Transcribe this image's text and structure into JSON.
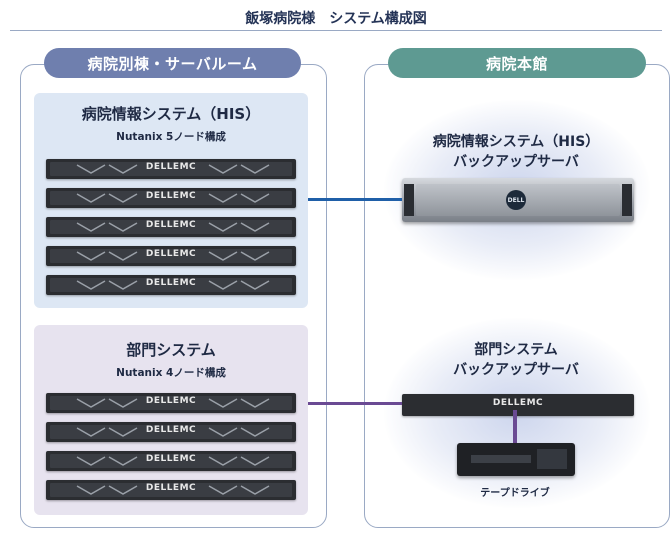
{
  "page_title": "飯塚病院様　システム構成図",
  "left_section": {
    "label": "病院別棟・サーバルーム",
    "his_group": {
      "title": "病院情報システム（HIS）",
      "subtitle": "Nutanix 5ノード構成",
      "server_brand": "DELLEMC",
      "server_count": 5
    },
    "dept_group": {
      "title": "部門システム",
      "subtitle": "Nutanix 4ノード構成",
      "server_brand": "DELLEMC",
      "server_count": 4
    }
  },
  "right_section": {
    "label": "病院本館",
    "his_backup": {
      "title_line1": "病院情報システム（HIS）",
      "title_line2": "バックアップサーバ",
      "badge": "DELL"
    },
    "dept_backup": {
      "title_line1": "部門システム",
      "title_line2": "バックアップサーバ",
      "server_brand": "DELLEMC"
    },
    "tape_drive": {
      "label": "テープドライブ"
    }
  },
  "colors": {
    "header_blue": "#6f7fae",
    "header_teal": "#5e9a92",
    "link_blue": "#1f5fa8",
    "link_purple": "#6a4a93",
    "his_panel": "#dde7f4",
    "dept_panel": "#e7e3ef"
  }
}
